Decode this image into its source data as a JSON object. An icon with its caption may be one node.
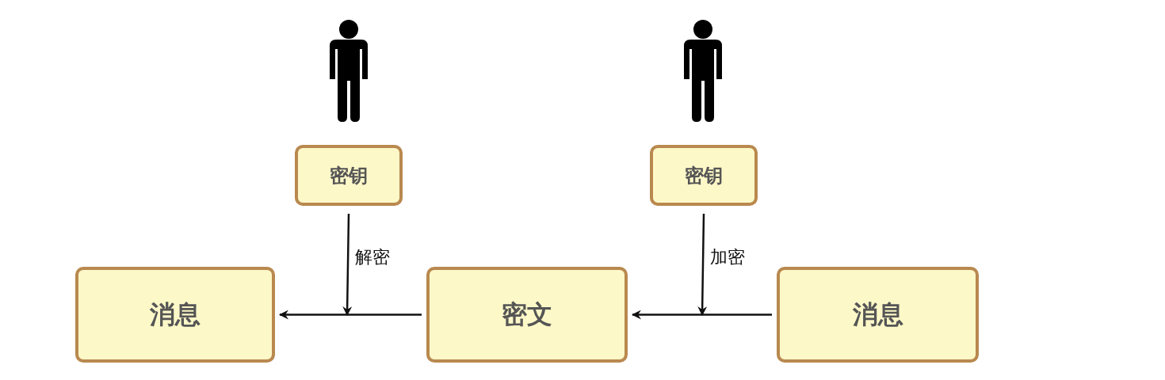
{
  "diagram": {
    "nodes": [
      {
        "text": [
          "密钥"
        ]
      },
      {
        "text": [
          "密钥"
        ]
      },
      {
        "text": [
          "消息"
        ]
      },
      {
        "text": [
          "密文"
        ]
      },
      {
        "text": [
          "消息"
        ]
      }
    ],
    "edges": [
      {
        "from": 0,
        "to": null,
        "arrow": "to",
        "label": "解密"
      },
      {
        "from": 1,
        "to": null,
        "arrow": "to",
        "label": "加密"
      },
      {
        "from": 3,
        "to": 2,
        "arrow": "to"
      },
      {
        "from": 4,
        "to": 3,
        "arrow": "to"
      }
    ]
  }
}
